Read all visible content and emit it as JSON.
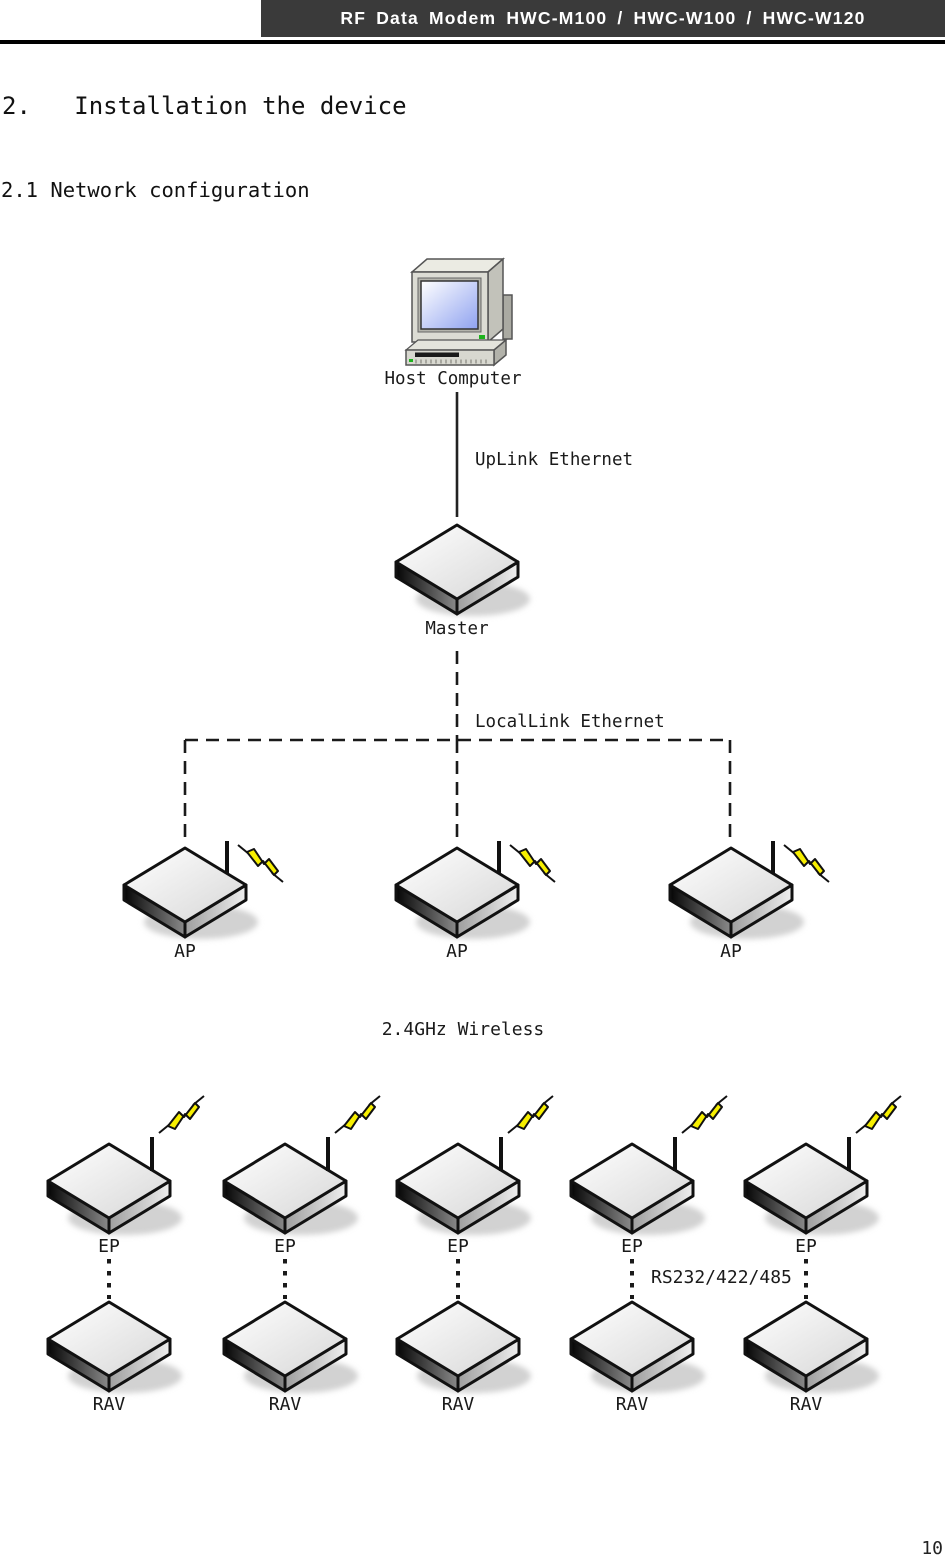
{
  "header": {
    "product_title": "RF Data Modem HWC-M100 / HWC-W100 / HWC-W120"
  },
  "section": {
    "title": "2.   Installation the device",
    "subtitle": "2.1 Network configuration"
  },
  "diagram": {
    "host_label": "Host Computer",
    "uplink_label": "UpLink Ethernet",
    "master_label": "Master",
    "locallink_label": "LocalLink Ethernet",
    "wireless_label": "2.4GHz Wireless",
    "serial_label": "RS232/422/485",
    "ap_labels": [
      "AP",
      "AP",
      "AP"
    ],
    "ep_labels": [
      "EP",
      "EP",
      "EP",
      "EP",
      "EP"
    ],
    "rav_labels": [
      "RAV",
      "RAV",
      "RAV",
      "RAV",
      "RAV"
    ]
  },
  "footer": {
    "page_number": "10"
  },
  "colors": {
    "header_bar": "#3a3a3a",
    "header_text": "#ffffff",
    "rule": "#000000",
    "line": "#1a1a1a",
    "bolt_yellow": "#f7ef00",
    "screen_blue": "#8fa2f0",
    "led_green": "#1db31d"
  }
}
